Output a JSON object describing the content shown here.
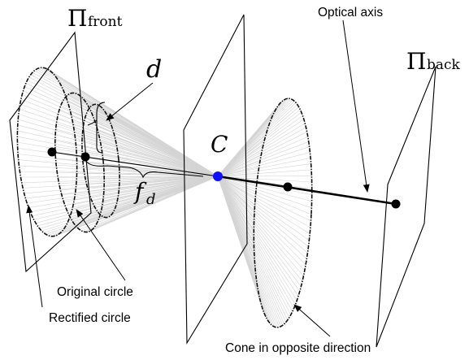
{
  "labels": {
    "pi_front_symbol": "Π",
    "pi_front_subscript": "front",
    "pi_back_symbol": "Π",
    "pi_back_subscript": "back",
    "optical_axis": "Optical axis",
    "d": "d",
    "C": "C",
    "f_symbol": "f",
    "f_subscript": "d",
    "original_circle": "Original circle",
    "rectified_circle": "Rectified circle",
    "cone_opposite": "Cone in opposite direction"
  },
  "colors": {
    "camera_center": "#1010ff",
    "lines": "#000000",
    "cone": "#d4d4d4"
  }
}
